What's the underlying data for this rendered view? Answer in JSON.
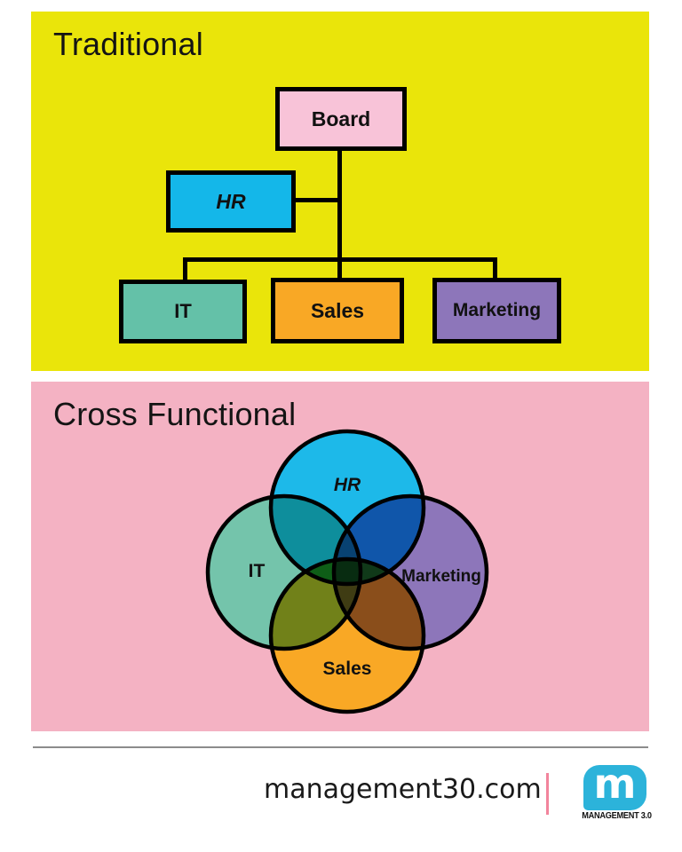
{
  "traditional": {
    "title": "Traditional",
    "panel_color": "#eae50a",
    "nodes": {
      "board": {
        "label": "Board",
        "color": "#f8c3d8"
      },
      "hr": {
        "label": "HR",
        "color": "#14b7e9"
      },
      "it": {
        "label": "IT",
        "color": "#64c1a8"
      },
      "sales": {
        "label": "Sales",
        "color": "#f9a825"
      },
      "marketing": {
        "label": "Marketing",
        "color": "#8d76ba"
      }
    },
    "edges": [
      "Board-HR",
      "Board-IT",
      "Board-Sales",
      "Board-Marketing"
    ]
  },
  "cross_functional": {
    "title": "Cross Functional",
    "panel_color": "#f4b2c3",
    "circles": {
      "hr": {
        "label": "HR",
        "color": "#1db9e9"
      },
      "it": {
        "label": "IT",
        "color": "#74c4ab"
      },
      "marketing": {
        "label": "Marketing",
        "color": "#8d76ba"
      },
      "sales": {
        "label": "Sales",
        "color": "#f9a825"
      }
    }
  },
  "footer": {
    "website": "management30.com",
    "logo_letter": "m",
    "logo_wordmark": "MANAGEMENT 3.0",
    "logo_color": "#2cb3da",
    "divider_color": "#f2849c"
  }
}
